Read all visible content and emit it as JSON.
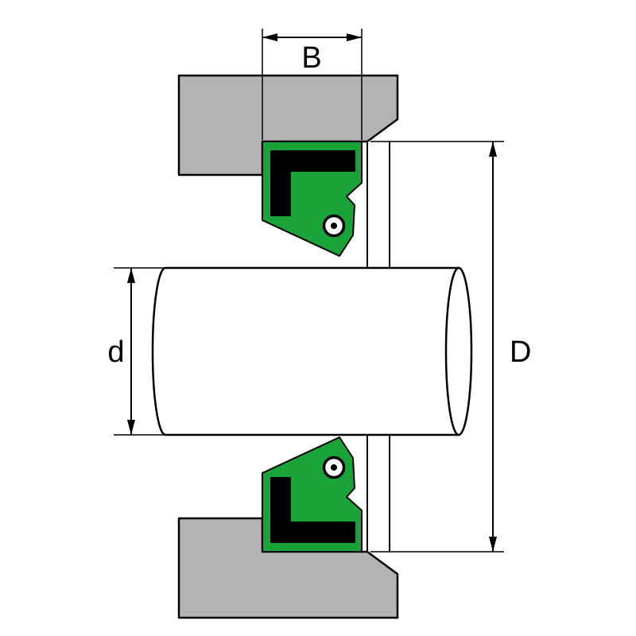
{
  "diagram": {
    "labels": {
      "B": "B",
      "d": "d",
      "D": "D"
    }
  },
  "colors": {
    "background": "#ffffff",
    "housing_gray": "#b3b3b3",
    "seal_green": "#1aa339",
    "line_black": "#000000"
  }
}
